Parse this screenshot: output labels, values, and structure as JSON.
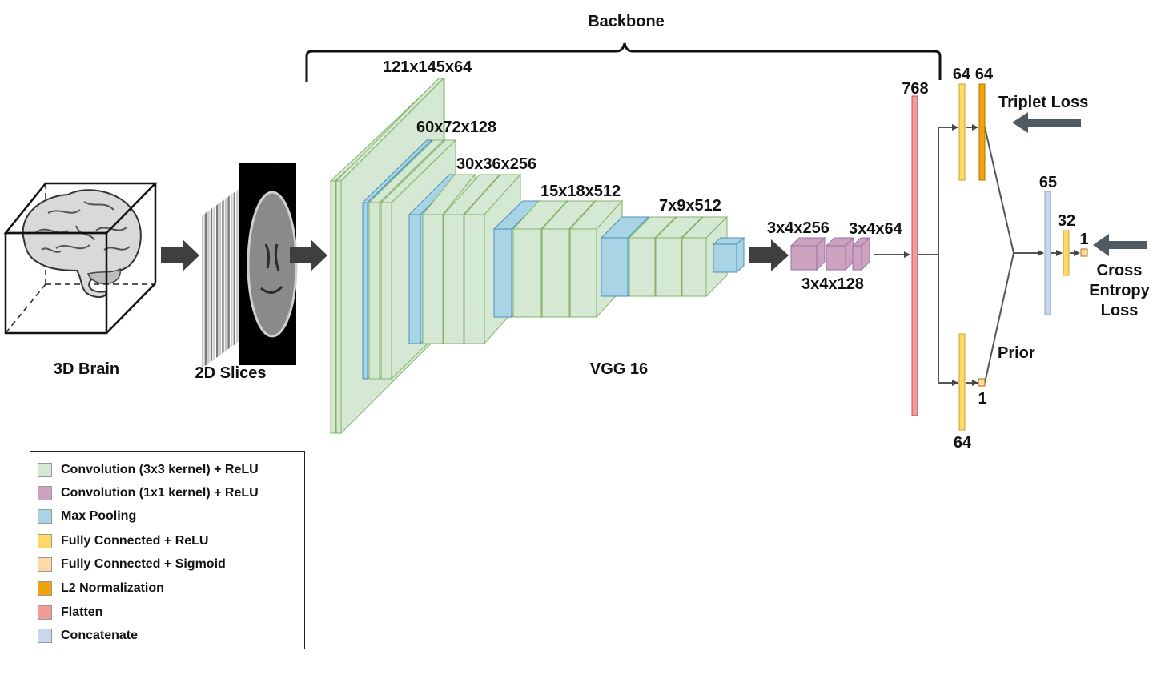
{
  "labels": {
    "backbone": "Backbone",
    "brain": "3D Brain",
    "slices": "2D Slices",
    "vgg": "VGG 16",
    "conv1_dim": "121x145x64",
    "conv2_dim": "60x72x128",
    "conv3_dim": "30x36x256",
    "conv4_dim": "15x18x512",
    "conv5_dim": "7x9x512",
    "post1_dim": "3x4x256",
    "post2_dim": "3x4x128",
    "post3_dim": "3x4x64",
    "flatten_dim": "768",
    "fc_top1": "64",
    "fc_top2": "64",
    "fc_bottom": "64",
    "prior_one": "1",
    "prior": "Prior",
    "triplet": "Triplet Loss",
    "concat_dim": "65",
    "fc32": "32",
    "out_one": "1",
    "ce_line1": "Cross",
    "ce_line2": "Entropy",
    "ce_line3": "Loss"
  },
  "colors": {
    "conv3x3": "#d5e8d4",
    "conv3x3_stroke": "#82b366",
    "conv1x1": "#cda2be",
    "conv1x1_stroke": "#9673a6",
    "maxpool": "#a9d4e6",
    "maxpool_stroke": "#4a90b8",
    "fc_relu": "#ffd966",
    "fc_sigmoid": "#ffd8a8",
    "l2norm": "#f0a30a",
    "flatten": "#f19c99",
    "concat": "#c9d7ee",
    "arrow": "#3f3f3f"
  },
  "legend": [
    {
      "label": "Convolution (3x3 kernel) + ReLU",
      "color": "#d5e8d4"
    },
    {
      "label": "Convolution (1x1 kernel) + ReLU",
      "color": "#cda2be"
    },
    {
      "label": "Max Pooling",
      "color": "#a9d4e6"
    },
    {
      "label": "Fully Connected + ReLU",
      "color": "#ffd966"
    },
    {
      "label": "Fully Connected + Sigmoid",
      "color": "#ffd8a8"
    },
    {
      "label": "L2 Normalization",
      "color": "#f0a30a"
    },
    {
      "label": "Flatten",
      "color": "#f19c99"
    },
    {
      "label": "Concatenate",
      "color": "#c9d7ee"
    }
  ]
}
